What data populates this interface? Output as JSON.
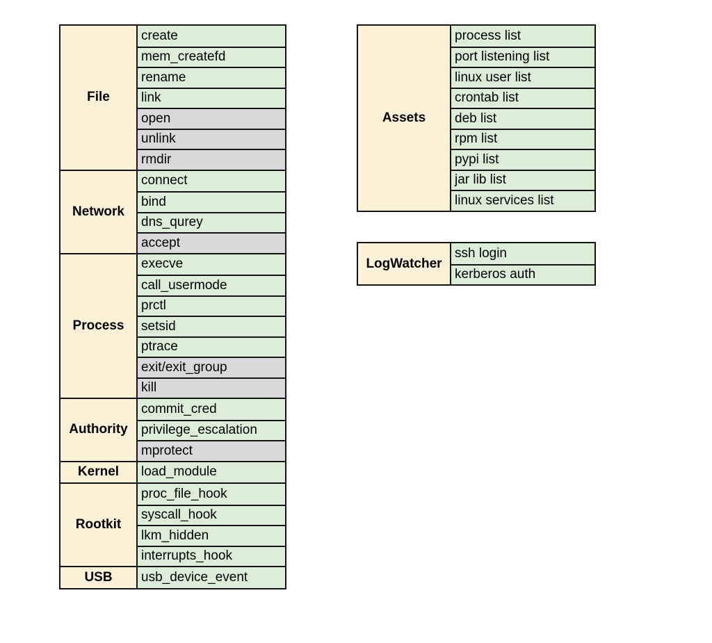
{
  "colors": {
    "page_bg": "#ffffff",
    "category_bg": "#faf1d7",
    "item_green": "#dcedd8",
    "item_gray": "#d9d9dc",
    "border": "#141414",
    "text": "#000000"
  },
  "left_table": {
    "groups": [
      {
        "category": "File",
        "items": [
          {
            "label": "create",
            "state": "green"
          },
          {
            "label": "mem_createfd",
            "state": "green"
          },
          {
            "label": "rename",
            "state": "green"
          },
          {
            "label": "link",
            "state": "green"
          },
          {
            "label": "open",
            "state": "gray"
          },
          {
            "label": "unlink",
            "state": "gray"
          },
          {
            "label": "rmdir",
            "state": "gray"
          }
        ]
      },
      {
        "category": "Network",
        "items": [
          {
            "label": "connect",
            "state": "green"
          },
          {
            "label": "bind",
            "state": "green"
          },
          {
            "label": "dns_qurey",
            "state": "green"
          },
          {
            "label": "accept",
            "state": "gray"
          }
        ]
      },
      {
        "category": "Process",
        "items": [
          {
            "label": "execve",
            "state": "green"
          },
          {
            "label": "call_usermode",
            "state": "green"
          },
          {
            "label": "prctl",
            "state": "green"
          },
          {
            "label": "setsid",
            "state": "green"
          },
          {
            "label": "ptrace",
            "state": "green"
          },
          {
            "label": "exit/exit_group",
            "state": "gray"
          },
          {
            "label": "kill",
            "state": "gray"
          }
        ]
      },
      {
        "category": "Authority",
        "items": [
          {
            "label": "commit_cred",
            "state": "green"
          },
          {
            "label": "privilege_escalation",
            "state": "green"
          },
          {
            "label": "mprotect",
            "state": "gray"
          }
        ]
      },
      {
        "category": "Kernel",
        "items": [
          {
            "label": "load_module",
            "state": "green"
          }
        ]
      },
      {
        "category": "Rootkit",
        "items": [
          {
            "label": "proc_file_hook",
            "state": "green"
          },
          {
            "label": "syscall_hook",
            "state": "green"
          },
          {
            "label": "lkm_hidden",
            "state": "green"
          },
          {
            "label": "interrupts_hook",
            "state": "green"
          }
        ]
      },
      {
        "category": "USB",
        "items": [
          {
            "label": "usb_device_event",
            "state": "green"
          }
        ]
      }
    ]
  },
  "assets_table": {
    "groups": [
      {
        "category": "Assets",
        "items": [
          {
            "label": "process list",
            "state": "green"
          },
          {
            "label": "port listening list",
            "state": "green"
          },
          {
            "label": "linux user list",
            "state": "green"
          },
          {
            "label": "crontab list",
            "state": "green"
          },
          {
            "label": "deb list",
            "state": "green"
          },
          {
            "label": "rpm list",
            "state": "green"
          },
          {
            "label": "pypi list",
            "state": "green"
          },
          {
            "label": "jar lib list",
            "state": "green"
          },
          {
            "label": "linux services list",
            "state": "green"
          }
        ]
      }
    ]
  },
  "logwatcher_table": {
    "groups": [
      {
        "category": "LogWatcher",
        "items": [
          {
            "label": "ssh login",
            "state": "green"
          },
          {
            "label": "kerberos auth",
            "state": "green"
          }
        ]
      }
    ]
  }
}
